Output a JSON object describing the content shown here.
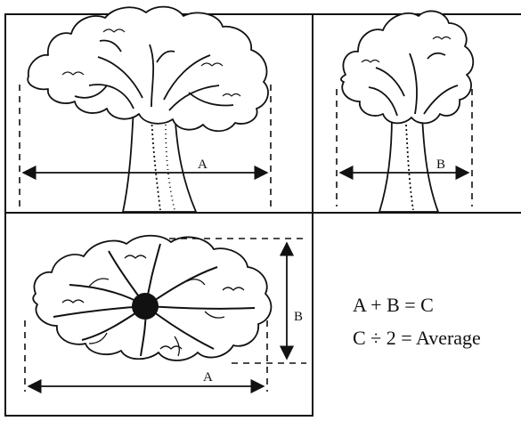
{
  "labels": {
    "a_front": "A",
    "b_side": "B",
    "b_top": "B",
    "a_top": "A"
  },
  "equations": [
    "A + B = C",
    "C ÷ 2 = Average"
  ],
  "colors": {
    "ink": "#111111",
    "paper": "#ffffff"
  }
}
